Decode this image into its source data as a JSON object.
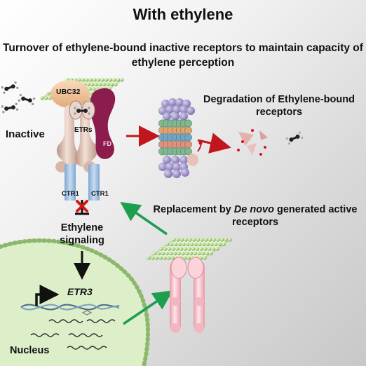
{
  "title": "With ethylene",
  "subtitle": "Turnover of ethylene-bound inactive receptors to maintain capacity of ethylene perception",
  "labels": {
    "degradation": "Degradation of Ethylene-bound receptors",
    "replacement_prefix": "Replacement by ",
    "replacement_italic": "De novo",
    "replacement_suffix": " generated active receptors",
    "inactive": "Inactive",
    "ubc32": "UBC32",
    "etrs": "ETRs",
    "ctr1_left": "CTR1",
    "ctr1_right": "CTR1",
    "fd": "FD",
    "ethylene_signaling": "Ethylene signaling",
    "etr3": "ETR3",
    "nucleus": "Nucleus"
  },
  "colors": {
    "membrane": "#9fce6a",
    "ubc32": "#f2c79a",
    "receptor_inactive": "#e7c3b6",
    "fd_protein": "#8b1c4d",
    "ctr1": "#a8c6e4",
    "proteasome_purple": "#9b8fc4",
    "proteasome_green": "#7fb98f",
    "red_arrow": "#c0161c",
    "green_arrow": "#1e9e4f",
    "nucleus_fill": "#dcefc9",
    "active_receptor": "#f7c8cf"
  }
}
